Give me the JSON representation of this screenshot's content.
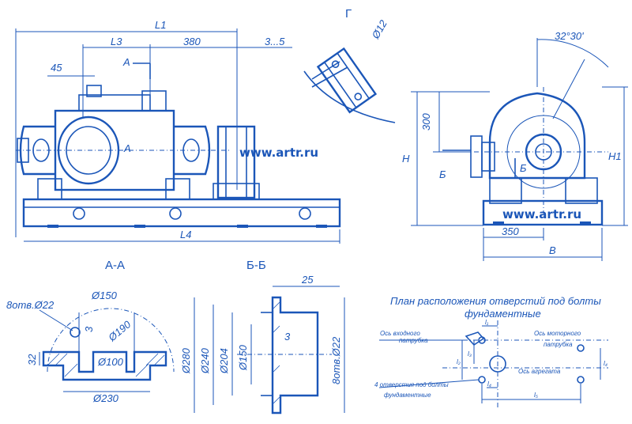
{
  "colors": {
    "ink": "#1b56b8",
    "background": "#ffffff"
  },
  "watermarks": [
    "www.artr.ru",
    "www.artr.ru"
  ],
  "front_view": {
    "dims": {
      "L1": "L1",
      "L3": "L3",
      "d380": "380",
      "d3_5": "3...5",
      "d45": "45",
      "L4": "L4"
    },
    "section_marks": [
      "A",
      "A"
    ]
  },
  "view_g": {
    "title": "Г",
    "dia": "Ø12"
  },
  "side_view": {
    "dims": {
      "angle": "32°30'",
      "d300": "300",
      "H": "H",
      "H1": "H1",
      "d350": "350",
      "B": "B"
    },
    "section_marks": [
      "Б",
      "Б"
    ]
  },
  "section_aa": {
    "title": "А-А",
    "dims": {
      "holes": "8отв.Ø22",
      "d150": "Ø150",
      "d190": "Ø190",
      "d3": "3",
      "d32": "32",
      "d100": "Ø100",
      "d230": "Ø230"
    }
  },
  "section_bb": {
    "title": "Б-Б",
    "dims": {
      "d25": "25",
      "d3": "3",
      "d280": "Ø280",
      "d240": "Ø240",
      "d204": "Ø204",
      "d150": "Ø150",
      "holes": "8отв.Ø22"
    }
  },
  "hole_plan": {
    "title_line1": "План расположения отверстий под болты",
    "title_line2": "фундаментные",
    "labels": {
      "inlet_axis_1": "Ось входного",
      "inlet_axis_2": "патрубка",
      "motor_axis_1": "Ось моторного",
      "motor_axis_2": "патрубка",
      "shaft_axis": "Ось агрегата",
      "holes_1": "4 отверстия под болты",
      "holes_2": "фундаментные"
    },
    "dims": {
      "l1": "l₁",
      "l2": "l₂",
      "l3": "l₃",
      "l4": "l₄",
      "l5": "l₅"
    }
  }
}
